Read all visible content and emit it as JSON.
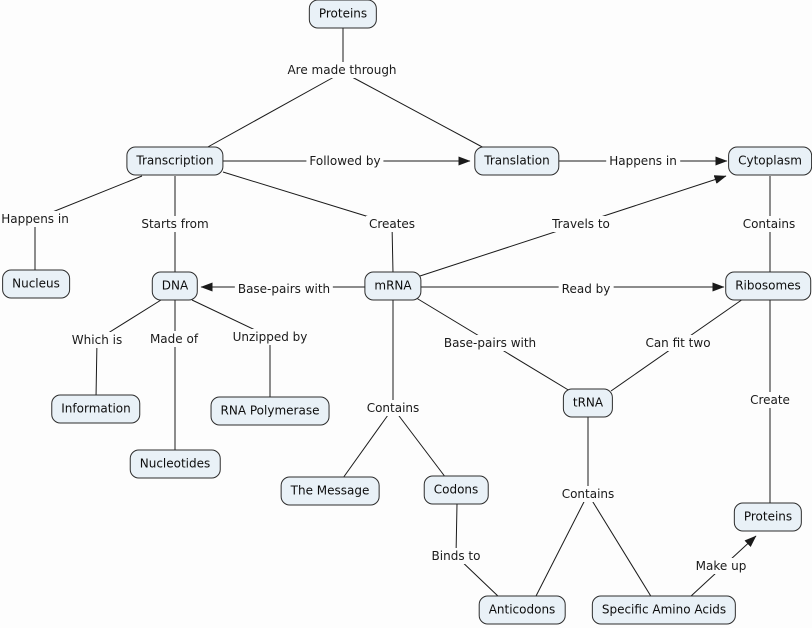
{
  "diagram": {
    "type": "concept-map",
    "topic": "Proteins",
    "colors": {
      "background": "#fdfdfd",
      "node_fill": "#e9f1f7",
      "node_border": "#2d2d2d",
      "line": "#1a1a1a"
    },
    "nodes": {
      "proteins_top": "Proteins",
      "transcription": "Transcription",
      "translation": "Translation",
      "cytoplasm": "Cytoplasm",
      "nucleus": "Nucleus",
      "dna": "DNA",
      "mrna": "mRNA",
      "ribosomes": "Ribosomes",
      "information": "Information",
      "rna_polymerase": "RNA Polymerase",
      "nucleotides": "Nucleotides",
      "the_message": "The Message",
      "codons": "Codons",
      "trna": "tRNA",
      "proteins_bottom": "Proteins",
      "anticodons": "Anticodons",
      "specific_amino_acids": "Specific Amino Acids"
    },
    "edges": [
      {
        "from": "proteins_top",
        "to": [
          "transcription",
          "translation"
        ],
        "label": "Are made through",
        "arrow": false
      },
      {
        "from": "transcription",
        "to": [
          "translation"
        ],
        "label": "Followed by",
        "arrow": true
      },
      {
        "from": "translation",
        "to": [
          "cytoplasm"
        ],
        "label": "Happens in",
        "arrow": true
      },
      {
        "from": "transcription",
        "to": [
          "nucleus"
        ],
        "label": "Happens in",
        "arrow": false
      },
      {
        "from": "transcription",
        "to": [
          "dna"
        ],
        "label": "Starts from",
        "arrow": false
      },
      {
        "from": "transcription",
        "to": [
          "mrna"
        ],
        "label": "Creates",
        "arrow": false
      },
      {
        "from": "mrna",
        "to": [
          "cytoplasm"
        ],
        "label": "Travels to",
        "arrow": true
      },
      {
        "from": "cytoplasm",
        "to": [
          "ribosomes"
        ],
        "label": "Contains",
        "arrow": false
      },
      {
        "from": "mrna",
        "to": [
          "dna"
        ],
        "label": "Base-pairs with",
        "arrow": true
      },
      {
        "from": "mrna",
        "to": [
          "ribosomes"
        ],
        "label": "Read by",
        "arrow": true
      },
      {
        "from": "dna",
        "to": [
          "information"
        ],
        "label": "Which is",
        "arrow": false
      },
      {
        "from": "dna",
        "to": [
          "nucleotides"
        ],
        "label": "Made of",
        "arrow": false
      },
      {
        "from": "dna",
        "to": [
          "rna_polymerase"
        ],
        "label": "Unzipped by",
        "arrow": false
      },
      {
        "from": "mrna",
        "to": [
          "the_message",
          "codons"
        ],
        "label": "Contains",
        "arrow": false
      },
      {
        "from": "mrna",
        "to": [
          "trna"
        ],
        "label": "Base-pairs with",
        "arrow": false
      },
      {
        "from": "ribosomes",
        "to": [
          "trna"
        ],
        "label": "Can fit two",
        "arrow": false
      },
      {
        "from": "ribosomes",
        "to": [
          "proteins_bottom"
        ],
        "label": "Create",
        "arrow": false
      },
      {
        "from": "trna",
        "to": [
          "anticodons",
          "specific_amino_acids"
        ],
        "label": "Contains",
        "arrow": false
      },
      {
        "from": "codons",
        "to": [
          "anticodons"
        ],
        "label": "Binds to",
        "arrow": false
      },
      {
        "from": "specific_amino_acids",
        "to": [
          "proteins_bottom"
        ],
        "label": "Make up",
        "arrow": true
      }
    ]
  }
}
